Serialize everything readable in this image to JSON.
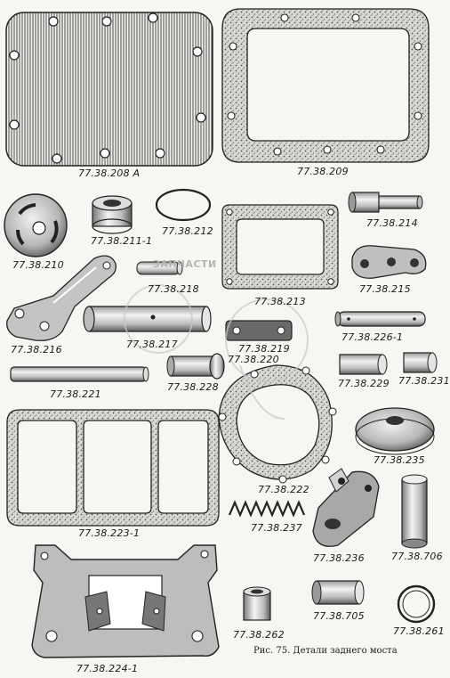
{
  "caption": "Рис. 75. Детали заднего моста",
  "watermark": "ЗАПЧАСТИ",
  "parts": [
    {
      "id": "p208",
      "label": "77.38.208 A"
    },
    {
      "id": "p209",
      "label": "77.38.209"
    },
    {
      "id": "p210",
      "label": "77.38.210"
    },
    {
      "id": "p211",
      "label": "77.38.211-1"
    },
    {
      "id": "p212",
      "label": "77.38.212"
    },
    {
      "id": "p213",
      "label": "77.38.213"
    },
    {
      "id": "p214",
      "label": "77.38.214"
    },
    {
      "id": "p215",
      "label": "77.38.215"
    },
    {
      "id": "p216",
      "label": "77.38.216"
    },
    {
      "id": "p217",
      "label": "77.38.217"
    },
    {
      "id": "p218",
      "label": "77.38.218"
    },
    {
      "id": "p219",
      "label": "77.38.219"
    },
    {
      "id": "p220",
      "label": "77.38.220"
    },
    {
      "id": "p221",
      "label": "77.38.221"
    },
    {
      "id": "p226",
      "label": "77.38.226-1"
    },
    {
      "id": "p228",
      "label": "77.38.228"
    },
    {
      "id": "p229",
      "label": "77.38.229"
    },
    {
      "id": "p231",
      "label": "77.38.231"
    },
    {
      "id": "p222",
      "label": "77.38.222"
    },
    {
      "id": "p223",
      "label": "77.38.223-1"
    },
    {
      "id": "p235",
      "label": "77.38.235"
    },
    {
      "id": "p237",
      "label": "77.38.237"
    },
    {
      "id": "p236",
      "label": "77.38.236"
    },
    {
      "id": "p706",
      "label": "77.38.706"
    },
    {
      "id": "p224",
      "label": "77.38.224-1"
    },
    {
      "id": "p262",
      "label": "77.38.262"
    },
    {
      "id": "p705",
      "label": "77.38.705"
    },
    {
      "id": "p261",
      "label": "77.38.261"
    }
  ]
}
